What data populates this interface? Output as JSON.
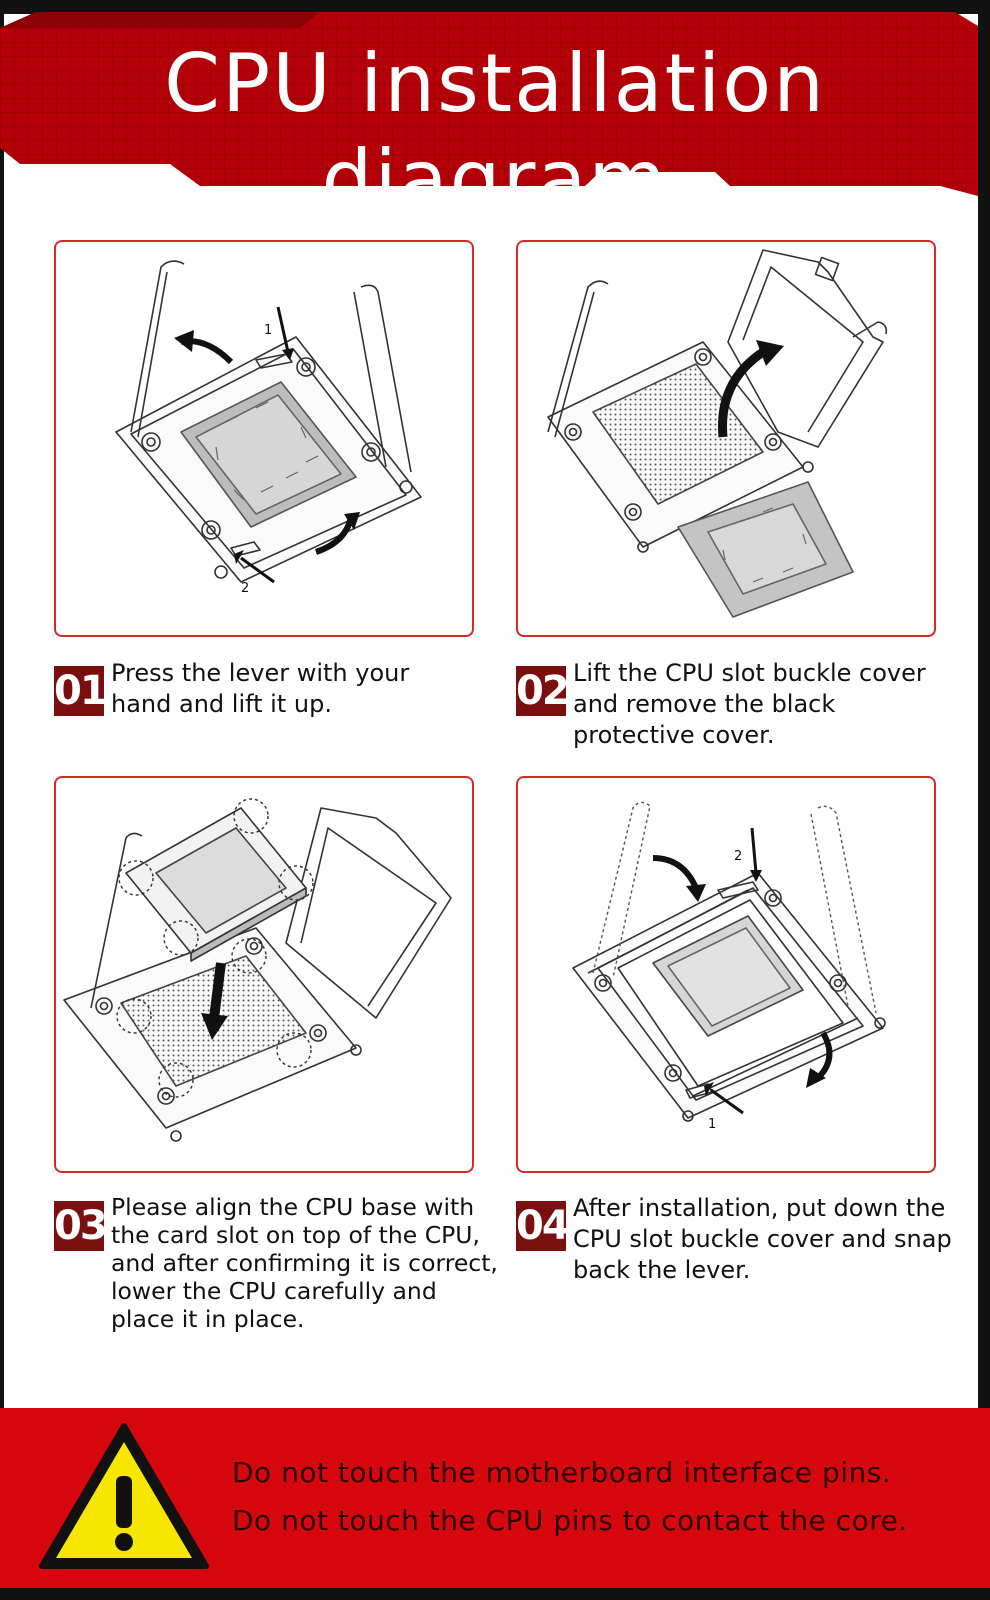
{
  "header": {
    "title": "CPU installation diagram"
  },
  "diagrams": {
    "step1": {
      "callout_1": "1",
      "callout_2": "2"
    },
    "step4": {
      "callout_1": "1",
      "callout_2": "2"
    }
  },
  "steps": [
    {
      "number": "01",
      "text": "Press the lever with your hand and lift it up."
    },
    {
      "number": "02",
      "text": "Lift the CPU slot buckle cover and remove the black protective cover."
    },
    {
      "number": "03",
      "text": "Please align the CPU base with the card slot on top of the CPU, and after confirming it is correct, lower the CPU carefully and place it in place."
    },
    {
      "number": "04",
      "text": "After installation, put down the CPU slot buckle cover and snap back the lever."
    }
  ],
  "warning": {
    "line1": "Do not touch the motherboard interface pins.",
    "line2": "Do not touch the CPU pins to contact the core.",
    "icon": "warning-triangle-icon"
  },
  "colors": {
    "brand_red": "#d7080d",
    "dark_red": "#7a0f0f",
    "panel_border": "#d42a2a",
    "warning_yellow": "#f6e600"
  }
}
